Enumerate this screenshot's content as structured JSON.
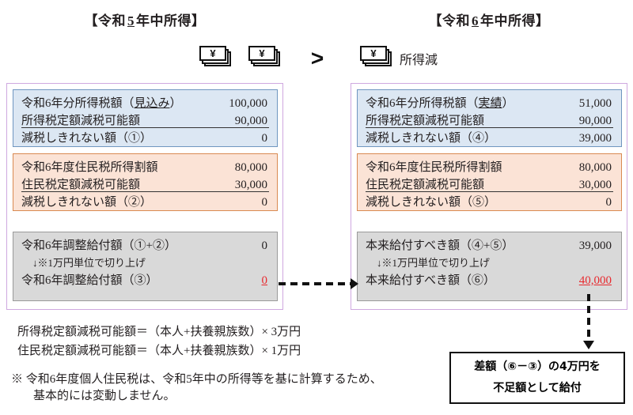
{
  "headers": {
    "left": {
      "pre": "【令和",
      "num": "5",
      "post": "年中所得】"
    },
    "right": {
      "pre": "【令和",
      "num": "6",
      "post": "年中所得】"
    }
  },
  "compare": {
    "operator": ">",
    "left_icons": 2,
    "right_icons": 1,
    "icon_name": "money-stack-icon",
    "icon_glyph": "¥",
    "right_label": "所得減"
  },
  "left_panel": {
    "income_tax_box": {
      "rows": [
        {
          "label": "令和6年分所得税額（見込み）",
          "underline_word": "見込み",
          "value": "100,000"
        },
        {
          "label": "所得税定額減税可能額",
          "value": "90,000",
          "ruled": true
        },
        {
          "label": "減税しきれない額（①）",
          "value": "0"
        }
      ]
    },
    "resident_tax_box": {
      "rows": [
        {
          "label": "令和6年度住民税所得割額",
          "value": "80,000"
        },
        {
          "label": "住民税定額減税可能額",
          "value": "30,000",
          "ruled": true
        },
        {
          "label": "減税しきれない額（②）",
          "value": "0"
        }
      ]
    },
    "adjustment_box": {
      "rows": [
        {
          "label": "令和6年調整給付額（①+②）",
          "value": "0"
        },
        {
          "label": "↓※1万円単位で切り上げ",
          "value": "",
          "note": true
        },
        {
          "label": "令和6年調整給付額（③）",
          "value": "0",
          "highlight": true
        }
      ]
    }
  },
  "right_panel": {
    "income_tax_box": {
      "rows": [
        {
          "label": "令和6年分所得税額（実績）",
          "underline_word": "実績",
          "value": "51,000"
        },
        {
          "label": "所得税定額減税可能額",
          "value": "90,000",
          "ruled": true
        },
        {
          "label": "減税しきれない額（④）",
          "value": "39,000"
        }
      ]
    },
    "resident_tax_box": {
      "rows": [
        {
          "label": "令和6年度住民税所得割額",
          "value": "80,000"
        },
        {
          "label": "住民税定額減税可能額",
          "value": "30,000",
          "ruled": true
        },
        {
          "label": "減税しきれない額（⑤）",
          "value": "0"
        }
      ]
    },
    "adjustment_box": {
      "rows": [
        {
          "label": "本来給付すべき額（④+⑤）",
          "value": "39,000"
        },
        {
          "label": "↓※1万円単位で切り上げ",
          "value": "",
          "note": true
        },
        {
          "label": "本来給付すべき額（⑥）",
          "value": "40,000",
          "highlight": true
        }
      ]
    }
  },
  "formulas": [
    "所得税定額減税可能額＝（本人+扶養親族数）×  3万円",
    "住民税定額減税可能額＝（本人+扶養親族数）×  1万円"
  ],
  "note": {
    "line1": "※ 令和6年度個人住民税は、令和5年中の所得等を基に計算するため、",
    "line2": "基本的には変動しません。"
  },
  "callout": {
    "line1": "差額（⑥－③）の4万円を",
    "line2": "不足額として給付"
  },
  "colors": {
    "panel_border": "#cfa8e0",
    "blue_fill": "#dce7f3",
    "orange_fill": "#fbe3d6",
    "gray_fill": "#d9d9d9",
    "highlight_red": "#e8282d"
  }
}
